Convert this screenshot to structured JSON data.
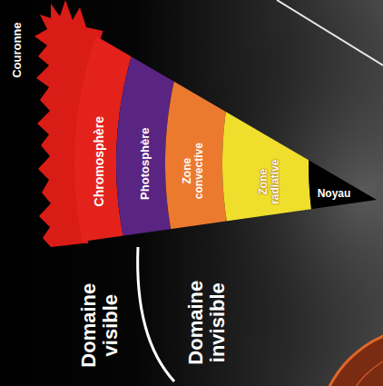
{
  "diagram": {
    "nodes": [
      {
        "text": [
          "Couronne"
        ]
      },
      {
        "text": [
          "Chromosphère"
        ]
      },
      {
        "text": [
          "Photosphère"
        ]
      },
      {
        "text": [
          "Zone convective"
        ]
      },
      {
        "text": [
          "Zone radiative"
        ]
      },
      {
        "text": [
          "Noyau"
        ]
      }
    ],
    "labels": [
      "Domaine visible",
      "Domaine invisible"
    ]
  }
}
